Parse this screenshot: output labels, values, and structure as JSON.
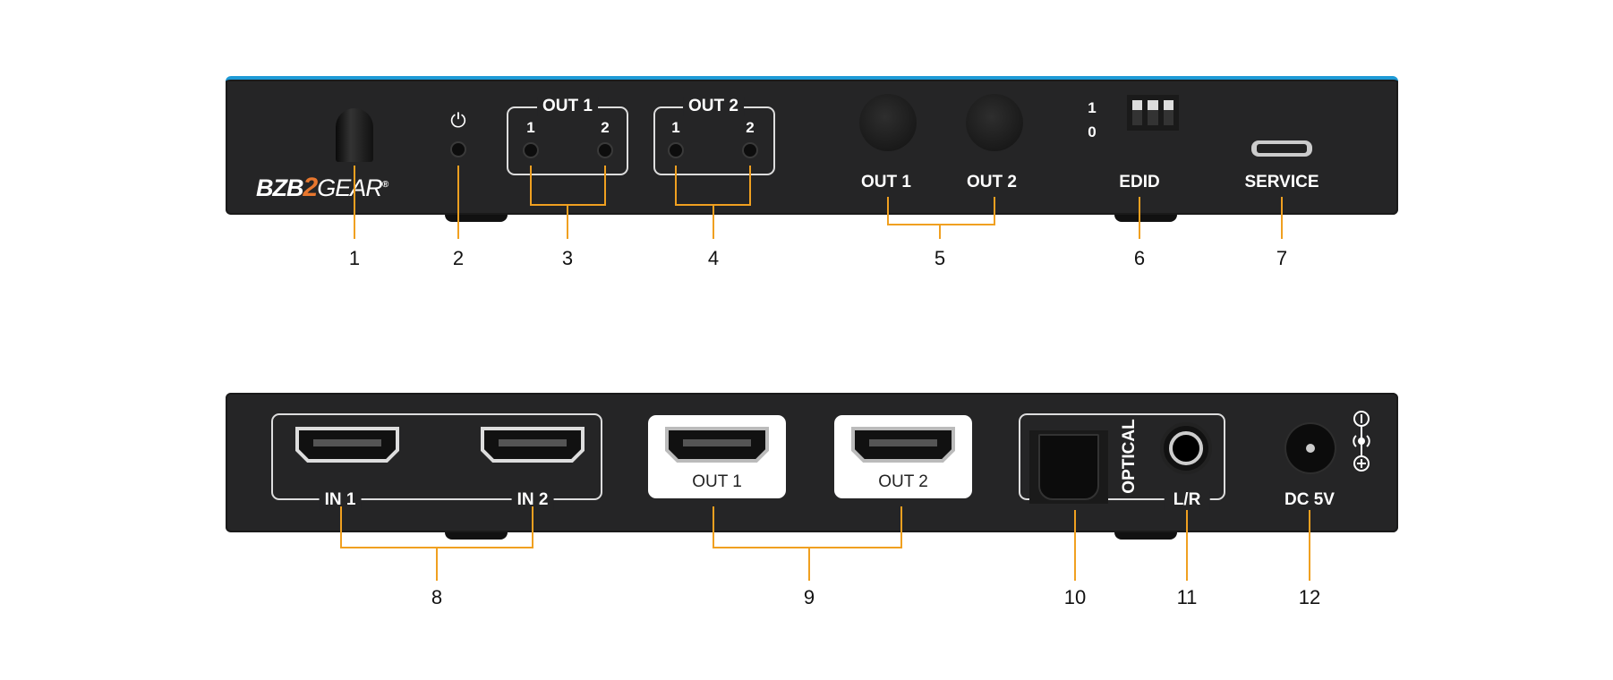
{
  "front_panel": {
    "logo": "BZB2GEAR",
    "out1_group": {
      "title": "OUT 1",
      "led_labels": [
        "1",
        "2"
      ]
    },
    "out2_group": {
      "title": "OUT 2",
      "led_labels": [
        "1",
        "2"
      ]
    },
    "buttons": [
      "OUT 1",
      "OUT 2"
    ],
    "edid": {
      "label": "EDID",
      "positions": [
        "1",
        "0"
      ]
    },
    "service_label": "SERVICE"
  },
  "rear_panel": {
    "inputs": [
      "IN 1",
      "IN 2"
    ],
    "outputs": [
      "OUT 1",
      "OUT 2"
    ],
    "optical_label": "OPTICAL",
    "analog_label": "L/R",
    "power_label": "DC 5V"
  },
  "callouts_front": [
    "1",
    "2",
    "3",
    "4",
    "5",
    "6",
    "7"
  ],
  "callouts_rear": [
    "8",
    "9",
    "10",
    "11",
    "12"
  ],
  "colors": {
    "accent": "#f0a020",
    "panel": "#252526",
    "top_edge": "#1e9ad6",
    "logo_orange": "#e8772e"
  }
}
